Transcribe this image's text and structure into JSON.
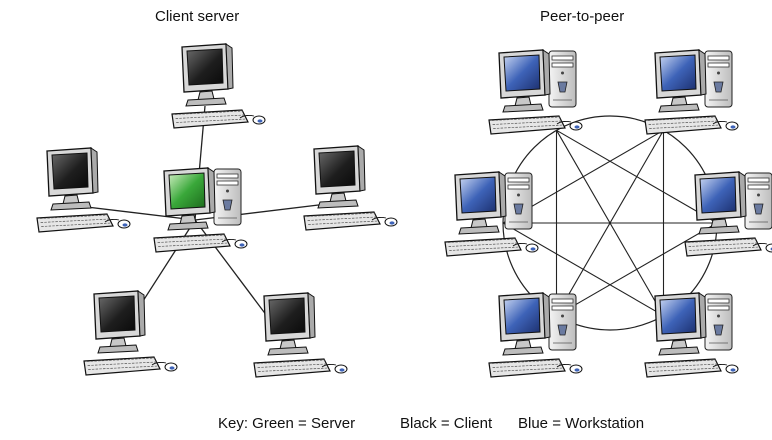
{
  "diagram": {
    "left_title": "Client server",
    "right_title": "Peer-to-peer"
  },
  "key": {
    "server": "Key: Green = Server",
    "client": "Black = Client",
    "workstation": "Blue = Workstation"
  },
  "colors": {
    "server_screen": "#3aa83a",
    "client_screen": "#1a1a1a",
    "workstation_screen": "#2e4fa0"
  },
  "client_server_nodes": [
    {
      "role": "client",
      "screen": "black",
      "has_tower": false
    },
    {
      "role": "client",
      "screen": "black",
      "has_tower": false
    },
    {
      "role": "client",
      "screen": "black",
      "has_tower": false
    },
    {
      "role": "server",
      "screen": "green",
      "has_tower": true
    },
    {
      "role": "client",
      "screen": "black",
      "has_tower": false
    },
    {
      "role": "client",
      "screen": "black",
      "has_tower": false
    }
  ],
  "peer_to_peer_nodes": [
    {
      "role": "workstation",
      "screen": "blue",
      "has_tower": true
    },
    {
      "role": "workstation",
      "screen": "blue",
      "has_tower": true
    },
    {
      "role": "workstation",
      "screen": "blue",
      "has_tower": true
    },
    {
      "role": "workstation",
      "screen": "blue",
      "has_tower": true
    },
    {
      "role": "workstation",
      "screen": "blue",
      "has_tower": true
    },
    {
      "role": "workstation",
      "screen": "blue",
      "has_tower": true
    }
  ]
}
